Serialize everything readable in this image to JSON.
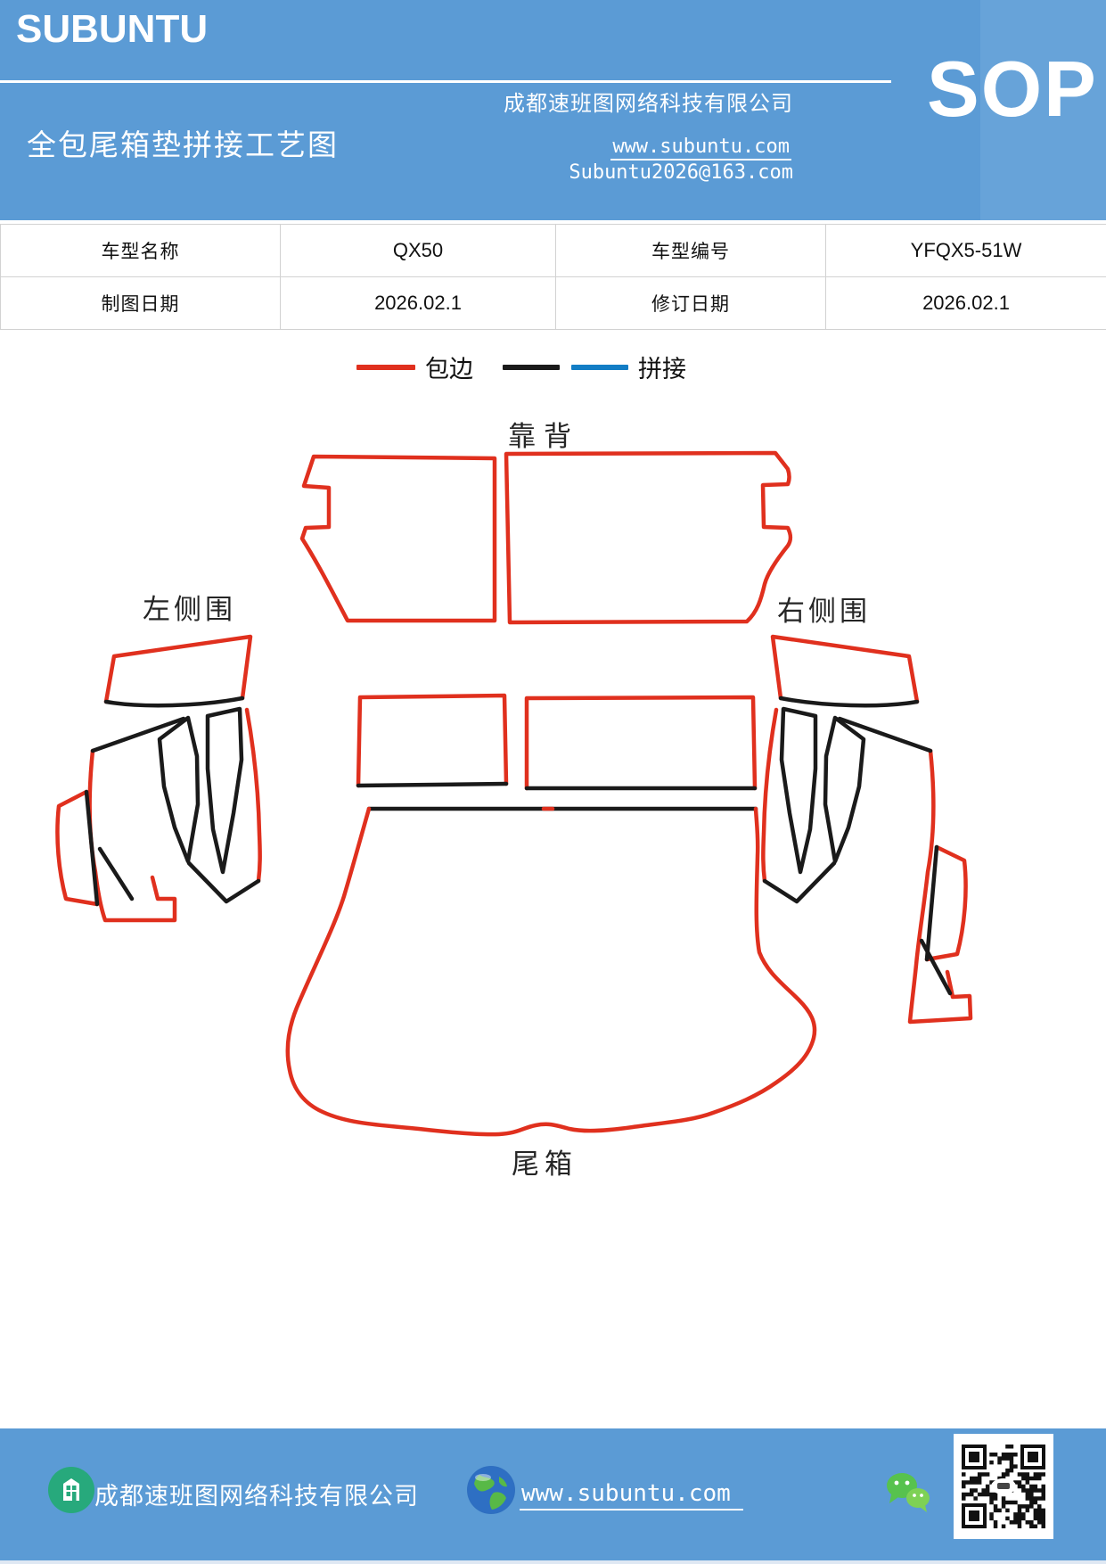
{
  "header": {
    "logo": "SUBUNTU",
    "company": "成都速班图网络科技有限公司",
    "title": "全包尾箱垫拼接工艺图",
    "website": "www.subuntu.com",
    "email": "Subuntu2026@163.com",
    "badge": "SOP"
  },
  "info_table": {
    "rows": [
      {
        "cells": [
          "车型名称",
          "QX50",
          "车型编号",
          "YFQX5-51W"
        ]
      },
      {
        "cells": [
          "制图日期",
          "2026.02.1",
          "修订日期",
          "2026.02.1"
        ]
      }
    ]
  },
  "legend": {
    "edge_label": "包边",
    "splice_label": "拼接"
  },
  "diagram": {
    "labels": {
      "backrest": "靠背",
      "left_side": "左侧围",
      "right_side": "右侧围",
      "trunk": "尾箱"
    }
  },
  "footer": {
    "company": "成都速班图网络科技有限公司",
    "website": "www.subuntu.com"
  },
  "icons": {
    "building": "building-icon",
    "globe": "globe-icon",
    "wechat": "wechat-icon",
    "qr": "qr-code"
  },
  "colors": {
    "header-blue": "#5b9bd5",
    "header-blue-light": "#67a3d9",
    "edge-red": "#e0301e",
    "splice-black": "#1a1a1a",
    "splice-blue": "#127dc5"
  }
}
